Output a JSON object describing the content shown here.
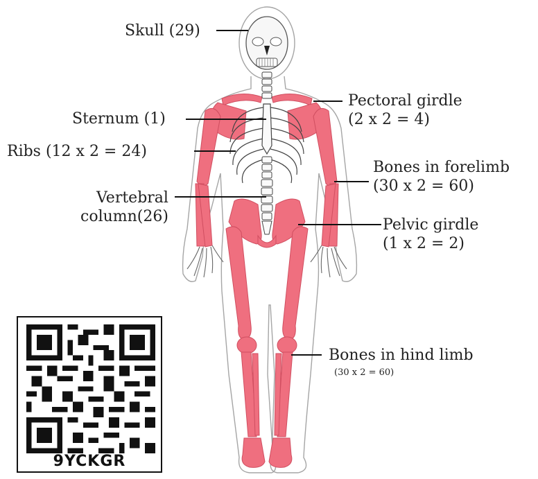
{
  "labels": {
    "skull": "Skull (29)",
    "pectoral_girdle": [
      "Pectoral girdle",
      "(2 x 2 = 4)"
    ],
    "sternum": "Sternum (1)",
    "ribs": "Ribs (12 x 2 = 24)",
    "forelimb": [
      "Bones in forelimb",
      "(30 x 2 = 60)"
    ],
    "vertebral": [
      "Vertebral",
      "column(26)"
    ],
    "pelvic_girdle": [
      "Pelvic girdle",
      "(1 x 2 = 2)"
    ],
    "hindlimb": [
      "Bones in hind limb",
      "(30 x 2 = 60)"
    ]
  },
  "qr": {
    "code": "9YCKGR"
  },
  "colors": {
    "bone_highlight": "#ef6f7f",
    "bone_white": "#f7f7f7",
    "outline": "#9a9a9a",
    "leader": "#111111"
  }
}
